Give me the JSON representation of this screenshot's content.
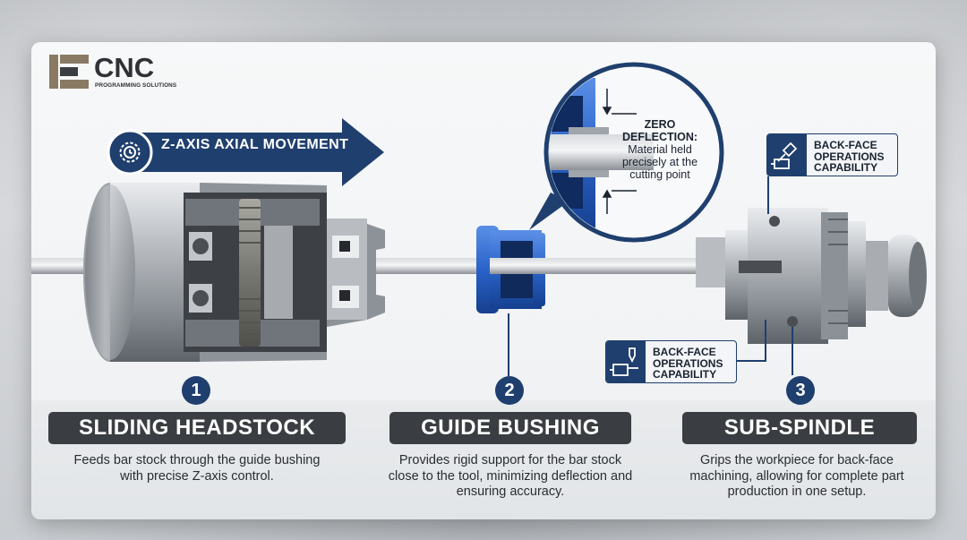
{
  "logo": {
    "name": "CNC",
    "tagline": "PROGRAMMING SOLUTIONS"
  },
  "axis_banner": {
    "label": "Z-AXIS AXIAL MOVEMENT"
  },
  "zoom_detail": {
    "heading": "ZERO DEFLECTION:",
    "text": "Material held precisely at the cutting point"
  },
  "callouts": [
    {
      "label": "BACK-FACE OPERATIONS CAPABILITY"
    },
    {
      "label": "BACK-FACE OPERATIONS CAPABILITY"
    }
  ],
  "components": [
    {
      "number": "1",
      "title": "SLIDING HEADSTOCK",
      "description": "Feeds bar stock through the guide bushing with precise Z-axis control."
    },
    {
      "number": "2",
      "title": "GUIDE BUSHING",
      "description": "Provides rigid support for the bar stock close to the tool, minimizing deflection and ensuring accuracy."
    },
    {
      "number": "3",
      "title": "SUB-SPINDLE",
      "description": "Grips the workpiece for back-face machining, allowing for complete part production in one setup."
    }
  ],
  "colors": {
    "navy": "#1f3f6e",
    "guide_blue": "#2a62c9",
    "steel": "#a9adb2",
    "title_dark": "#3a3d41",
    "logo_bronze": "#8a7a64"
  }
}
